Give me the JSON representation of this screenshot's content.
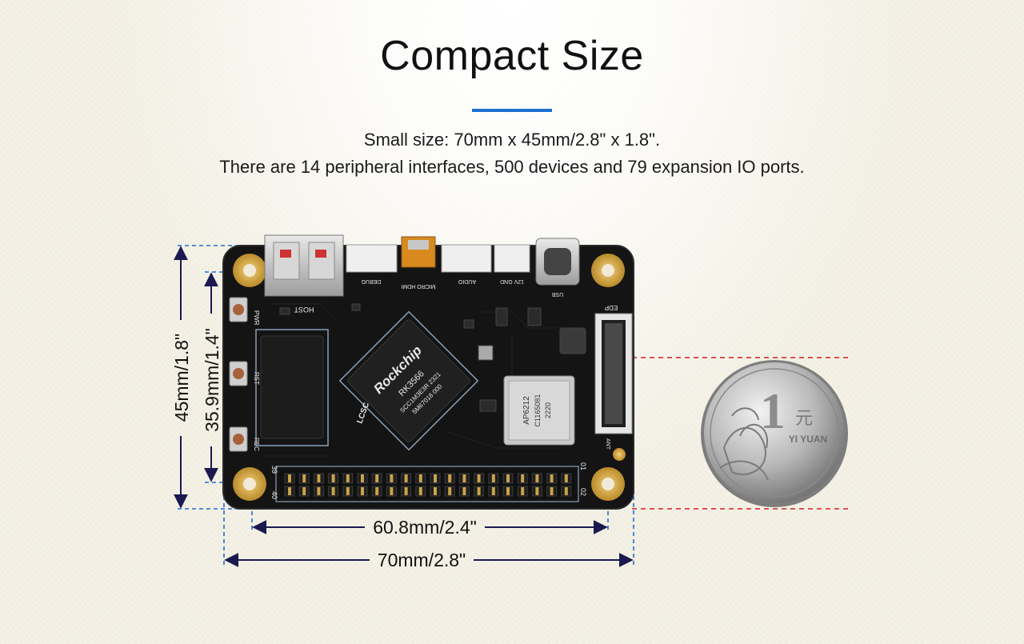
{
  "heading": "Compact Size",
  "subtitle_line1": "Small size: 70mm x 45mm/2.8\" x 1.8\".",
  "subtitle_line2": "There are 14 peripheral interfaces, 500 devices and 79 expansion IO ports.",
  "dimensions": {
    "height_total": "45mm/1.8\"",
    "height_holes": "35.9mm/1.4\"",
    "width_holes": "60.8mm/2.4\"",
    "width_total": "70mm/2.8\""
  },
  "board_labels": {
    "host": "HOST",
    "debug": "DEBUG",
    "hdmi": "MICRO HDMI",
    "audio": "AUDIO",
    "gnd": "12V GND",
    "usb": "USB",
    "edp": "EDP",
    "pwr": "PWR",
    "rst": "RST",
    "rec": "REC",
    "ant": "ANT",
    "chip_brand": "Rockchip",
    "chip_model": "RK3566",
    "chip_code1": "SCC1M3E3R 2321",
    "chip_code2": "5M67018 000",
    "wifi_model": "AP6212",
    "wifi_code1": "C1165081",
    "wifi_code2": "2220",
    "pin_39": "39",
    "pin_40": "40",
    "pin_01": "01",
    "pin_02": "02",
    "lcsc": "LCSC"
  },
  "coin": {
    "value": "1",
    "unit": "元",
    "text": "YI YUAN"
  },
  "colors": {
    "accent": "#1f6fd1",
    "dim_line": "#1a1a50",
    "blue_guide": "#1f6fd1",
    "red_guide": "#d21e1e",
    "board": "#141414"
  }
}
